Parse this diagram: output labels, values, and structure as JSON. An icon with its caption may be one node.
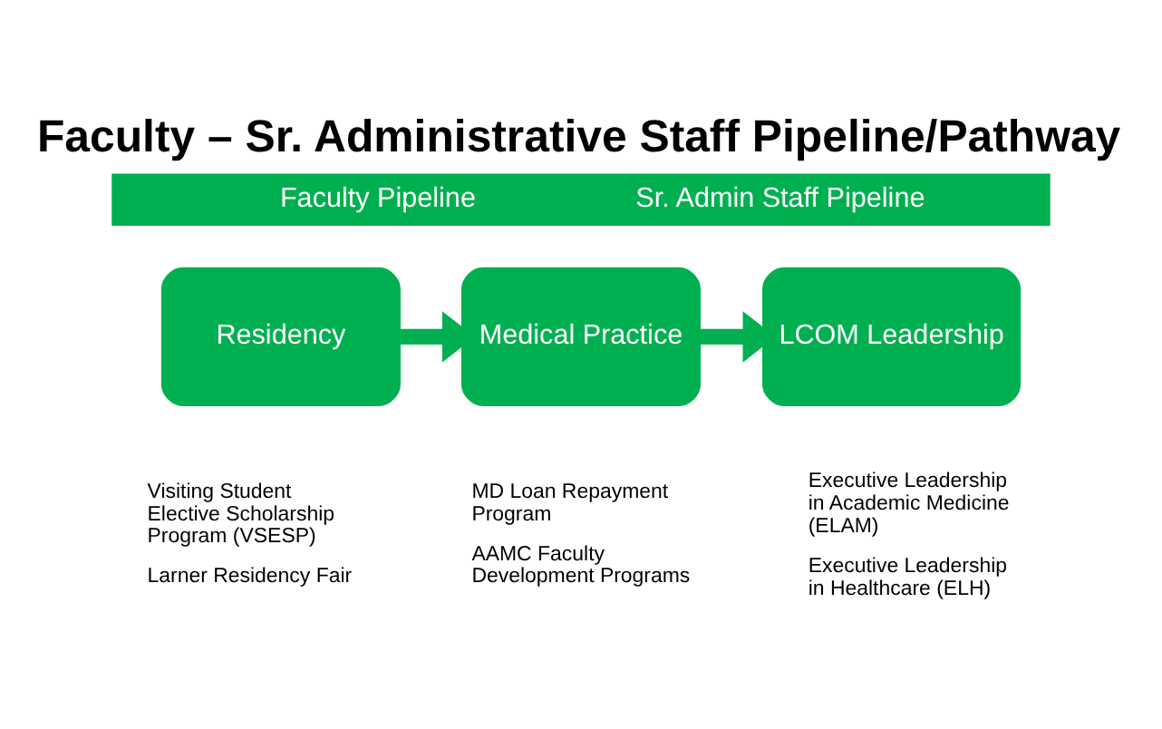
{
  "diagram": {
    "title": "Faculty – Sr. Administrative Staff Pipeline/Pathway",
    "nodes": [
      {
        "text": [
          "Faculty Pipeline",
          "Sr. Admin Staff Pipeline"
        ]
      },
      {
        "text": [
          "Residency"
        ],
        "beside": [
          "Visiting Student Elective Scholarship Program (VSESP)",
          "Larner Residency Fair"
        ]
      },
      {
        "text": [
          "Medical Practice"
        ],
        "beside": [
          "MD Loan Repayment Program",
          "AAMC Faculty Development Programs"
        ]
      },
      {
        "text": [
          "LCOM Leadership"
        ],
        "beside": [
          "Executive Leadership in Academic Medicine (ELAM)",
          "Executive Leadership in Healthcare (ELH)"
        ]
      }
    ],
    "edges": [
      {
        "from": 1,
        "to": 2,
        "arrow": "to"
      },
      {
        "from": 2,
        "to": 3,
        "arrow": "to"
      }
    ]
  }
}
